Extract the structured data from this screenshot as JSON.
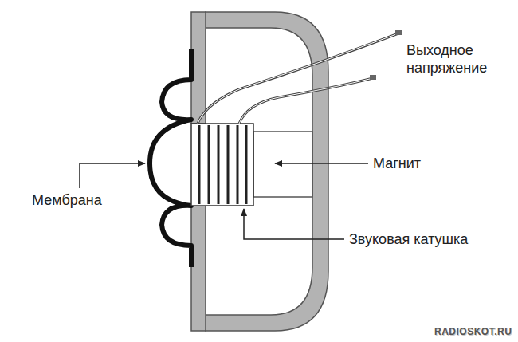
{
  "diagram": {
    "labels": [
      "Выходное напряжение",
      "Магнит",
      "Мембрана",
      "Звуковая катушка",
      "RADIOSKOT.RU"
    ]
  }
}
